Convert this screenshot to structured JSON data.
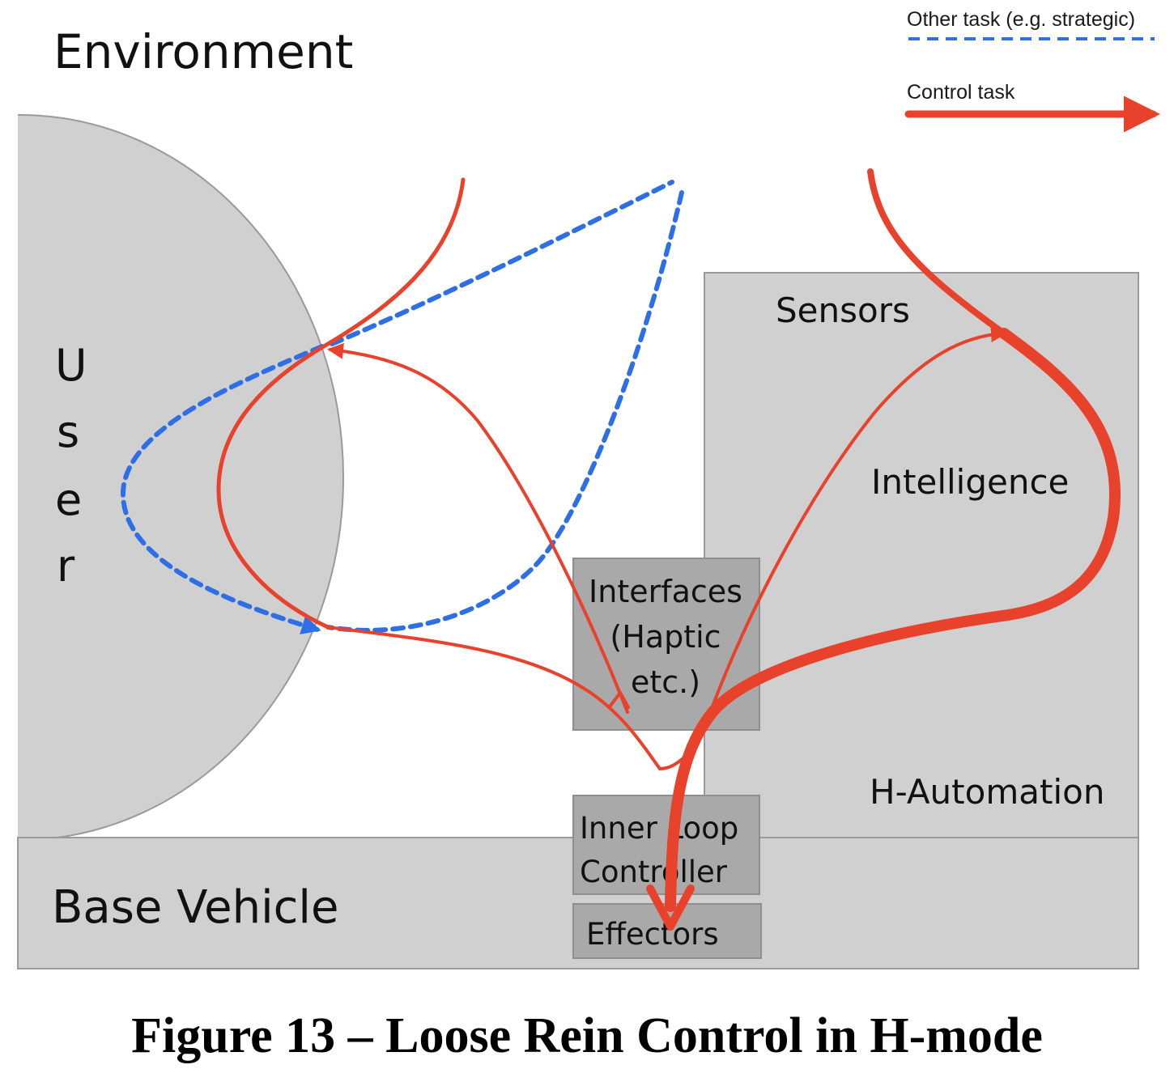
{
  "environment_label": "Environment",
  "legend": {
    "other_task_label": "Other task (e.g. strategic)",
    "control_task_label": "Control task"
  },
  "user": {
    "letters": [
      "U",
      "s",
      "e",
      "r"
    ]
  },
  "boxes": {
    "sensors": "Sensors",
    "intelligence": "Intelligence",
    "h_automation": "H-Automation",
    "interfaces_line1": "Interfaces",
    "interfaces_line2": "(Haptic",
    "interfaces_line3": "etc.)",
    "inner_loop_line1": "Inner Loop",
    "inner_loop_line2": "Controller",
    "effectors": "Effectors",
    "base_vehicle": "Base Vehicle"
  },
  "caption": "Figure 13 – Loose Rein Control in H-mode",
  "colors": {
    "control_task": "#e8412c",
    "other_task": "#2f6fe6",
    "light_box": "#d0d0d0",
    "dark_box": "#a9a9a9",
    "box_border": "#9a9a9a"
  }
}
